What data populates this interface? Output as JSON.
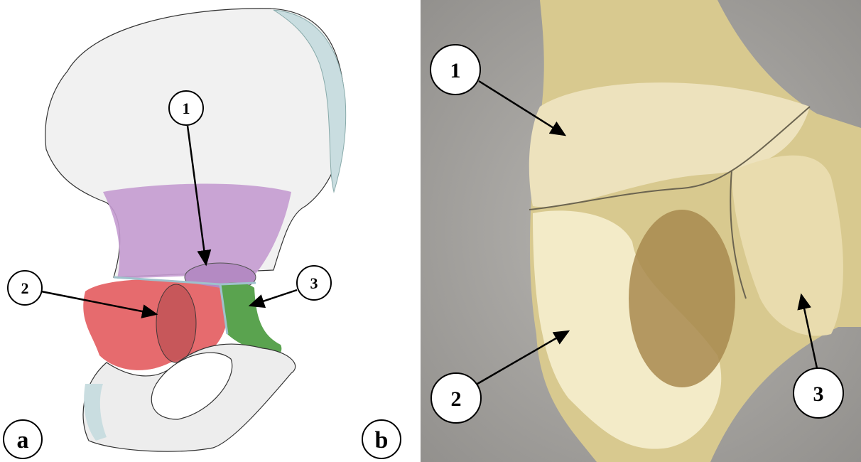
{
  "panels": {
    "a": {
      "label": "a",
      "markers": [
        "1",
        "2",
        "3"
      ]
    },
    "b": {
      "label": "b",
      "markers": [
        "1",
        "2",
        "3"
      ]
    }
  },
  "colors": {
    "region1": "#c49bd0",
    "region2": "#e66b6e",
    "region3": "#5aa34f",
    "bone": "#f2f2f2",
    "cartilage": "#c9dde0",
    "photo_bg": "#a9a7a4",
    "photo_bone": "#ebe0b6"
  }
}
